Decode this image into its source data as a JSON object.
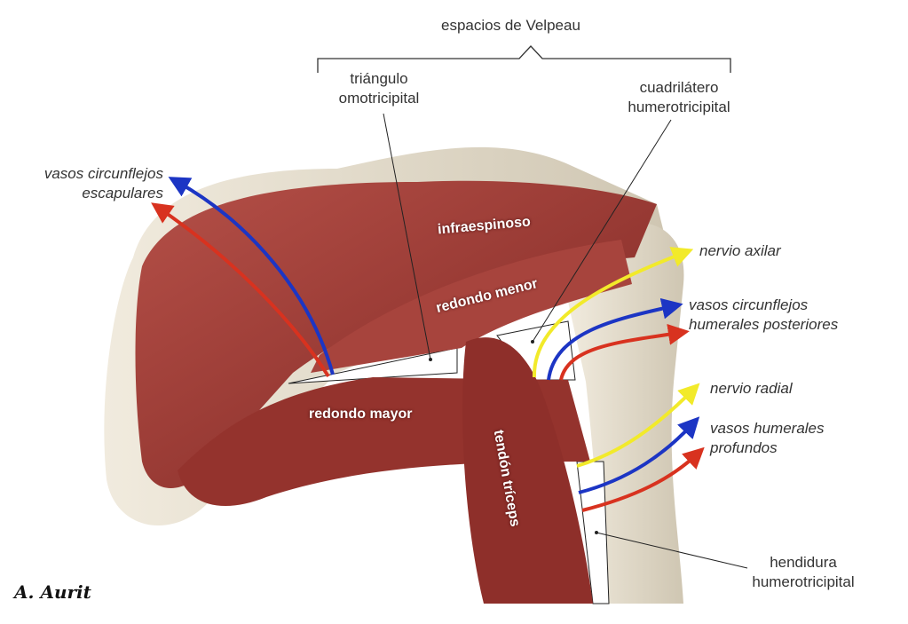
{
  "title": "espacios de Velpeau",
  "labels": {
    "triangulo": "triángulo\nomotricipital",
    "triangulo_1": "triángulo",
    "triangulo_2": "omotricipital",
    "cuadrilatero_1": "cuadrilátero",
    "cuadrilatero_2": "humerotricipital",
    "vasos_escapulares_1": "vasos circunflejos",
    "vasos_escapulares_2": "escapulares",
    "nervio_axilar": "nervio axilar",
    "vasos_humerales_post_1": "vasos circunflejos",
    "vasos_humerales_post_2": "humerales posteriores",
    "nervio_radial": "nervio radial",
    "vasos_profundos_1": "vasos humerales",
    "vasos_profundos_2": "profundos",
    "hendidura_1": "hendidura",
    "hendidura_2": "humerotricipital"
  },
  "muscles": {
    "infraespinoso": "infraespinoso",
    "redondo_menor": "redondo menor",
    "redondo_mayor": "redondo mayor",
    "tendon_triceps": "tendón tríceps"
  },
  "signature": "A. Aurit",
  "colors": {
    "muscle": "#9c3a34",
    "bone": "#e6dfcf",
    "artery": "#d8321f",
    "vein": "#1c35c4",
    "nerve": "#f2ea2a"
  }
}
